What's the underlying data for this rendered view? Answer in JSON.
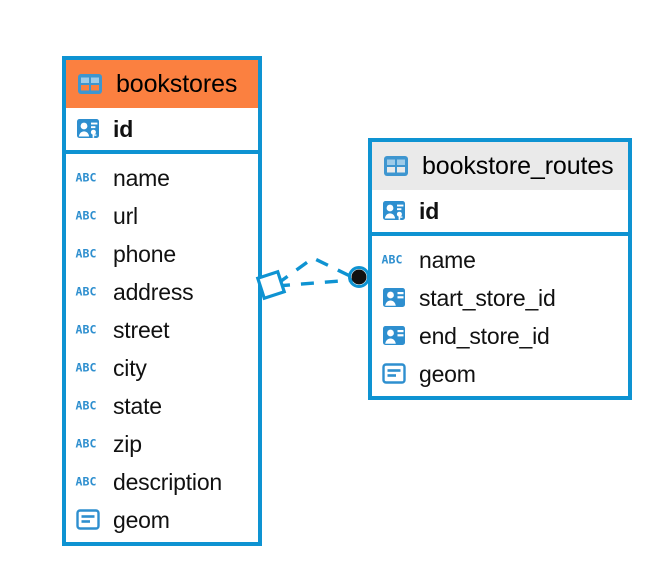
{
  "diagram": {
    "type": "entity-relationship-diagram",
    "background": "#ffffff",
    "accent_color": "#0e93d2",
    "highlight_color": "#fb8040",
    "neutral_header_color": "#eaeaea"
  },
  "tables": [
    {
      "name": "bookstores",
      "header_style": "orange",
      "table_icon": "table-icon",
      "primary_key": {
        "label": "id",
        "icon": "primary-key-icon"
      },
      "fields": [
        {
          "label": "name",
          "icon": "text-abc-icon"
        },
        {
          "label": "url",
          "icon": "text-abc-icon"
        },
        {
          "label": "phone",
          "icon": "text-abc-icon"
        },
        {
          "label": "address",
          "icon": "text-abc-icon"
        },
        {
          "label": "street",
          "icon": "text-abc-icon"
        },
        {
          "label": "city",
          "icon": "text-abc-icon"
        },
        {
          "label": "state",
          "icon": "text-abc-icon"
        },
        {
          "label": "zip",
          "icon": "text-abc-icon"
        },
        {
          "label": "description",
          "icon": "text-abc-icon"
        },
        {
          "label": "geom",
          "icon": "geometry-icon"
        }
      ]
    },
    {
      "name": "bookstore_routes",
      "header_style": "grey",
      "table_icon": "table-icon",
      "primary_key": {
        "label": "id",
        "icon": "primary-key-icon"
      },
      "fields": [
        {
          "label": "name",
          "icon": "text-abc-icon"
        },
        {
          "label": "start_store_id",
          "icon": "foreign-key-icon"
        },
        {
          "label": "end_store_id",
          "icon": "foreign-key-icon"
        },
        {
          "label": "geom",
          "icon": "geometry-icon"
        }
      ]
    }
  ],
  "relationship": {
    "from_table": "bookstores",
    "to_table": "bookstore_routes",
    "line_style": "dashed",
    "line_color": "#0e93d2",
    "source_endpoint": "diamond-endpoint",
    "target_endpoint": "filled-circle-endpoint"
  }
}
